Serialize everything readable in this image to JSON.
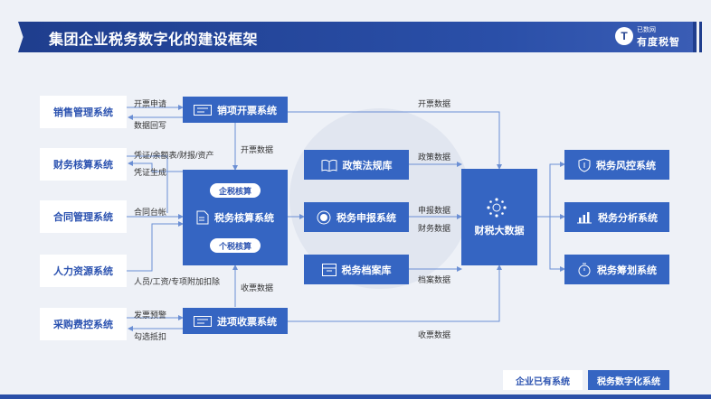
{
  "header": {
    "title": "集团企业税务数字化的建设框架",
    "logo_small": "已数网",
    "logo_big": "有度税智",
    "logo_mark": "T"
  },
  "left_systems": [
    {
      "label": "销售管理系统"
    },
    {
      "label": "财务核算系统"
    },
    {
      "label": "合同管理系统"
    },
    {
      "label": "人力资源系统"
    },
    {
      "label": "采购费控系统"
    }
  ],
  "middle": {
    "issue_system": "销项开票系统",
    "accounting_system": "税务核算系统",
    "enterprise_tax_pill": "企税核算",
    "personal_tax_pill": "个税核算",
    "receive_system": "进项收票系统"
  },
  "center": {
    "policy_library": "政策法规库",
    "declare_system": "税务申报系统",
    "archive_library": "税务档案库"
  },
  "big_data": "财税大数据",
  "right_systems": [
    {
      "label": "税务风控系统"
    },
    {
      "label": "税务分析系统"
    },
    {
      "label": "税务筹划系统"
    }
  ],
  "labels": {
    "apply_invoice": "开票申请",
    "data_return": "数据回写",
    "voucher_info": "凭证/余额表/财报/资产",
    "voucher_gen": "凭证生成",
    "contract_ledger": "合同台帐",
    "hr_info": "人员/工资/专项附加扣除",
    "invoice_warning": "发票预警",
    "check_deduct": "勾选抵扣",
    "issue_data_mid": "开票数据",
    "receive_data_mid": "收票数据",
    "issue_data_top": "开票数据",
    "policy_data": "政策数据",
    "declare_data": "申报数据",
    "finance_data": "财务数据",
    "archive_data": "档案数据",
    "receive_data_bottom": "收票数据"
  },
  "legend": {
    "existing": "企业已有系统",
    "digital": "税务数字化系统"
  },
  "colors": {
    "primary": "#3565c2",
    "header": "#1f3e8e",
    "line": "#6b8fd4"
  }
}
